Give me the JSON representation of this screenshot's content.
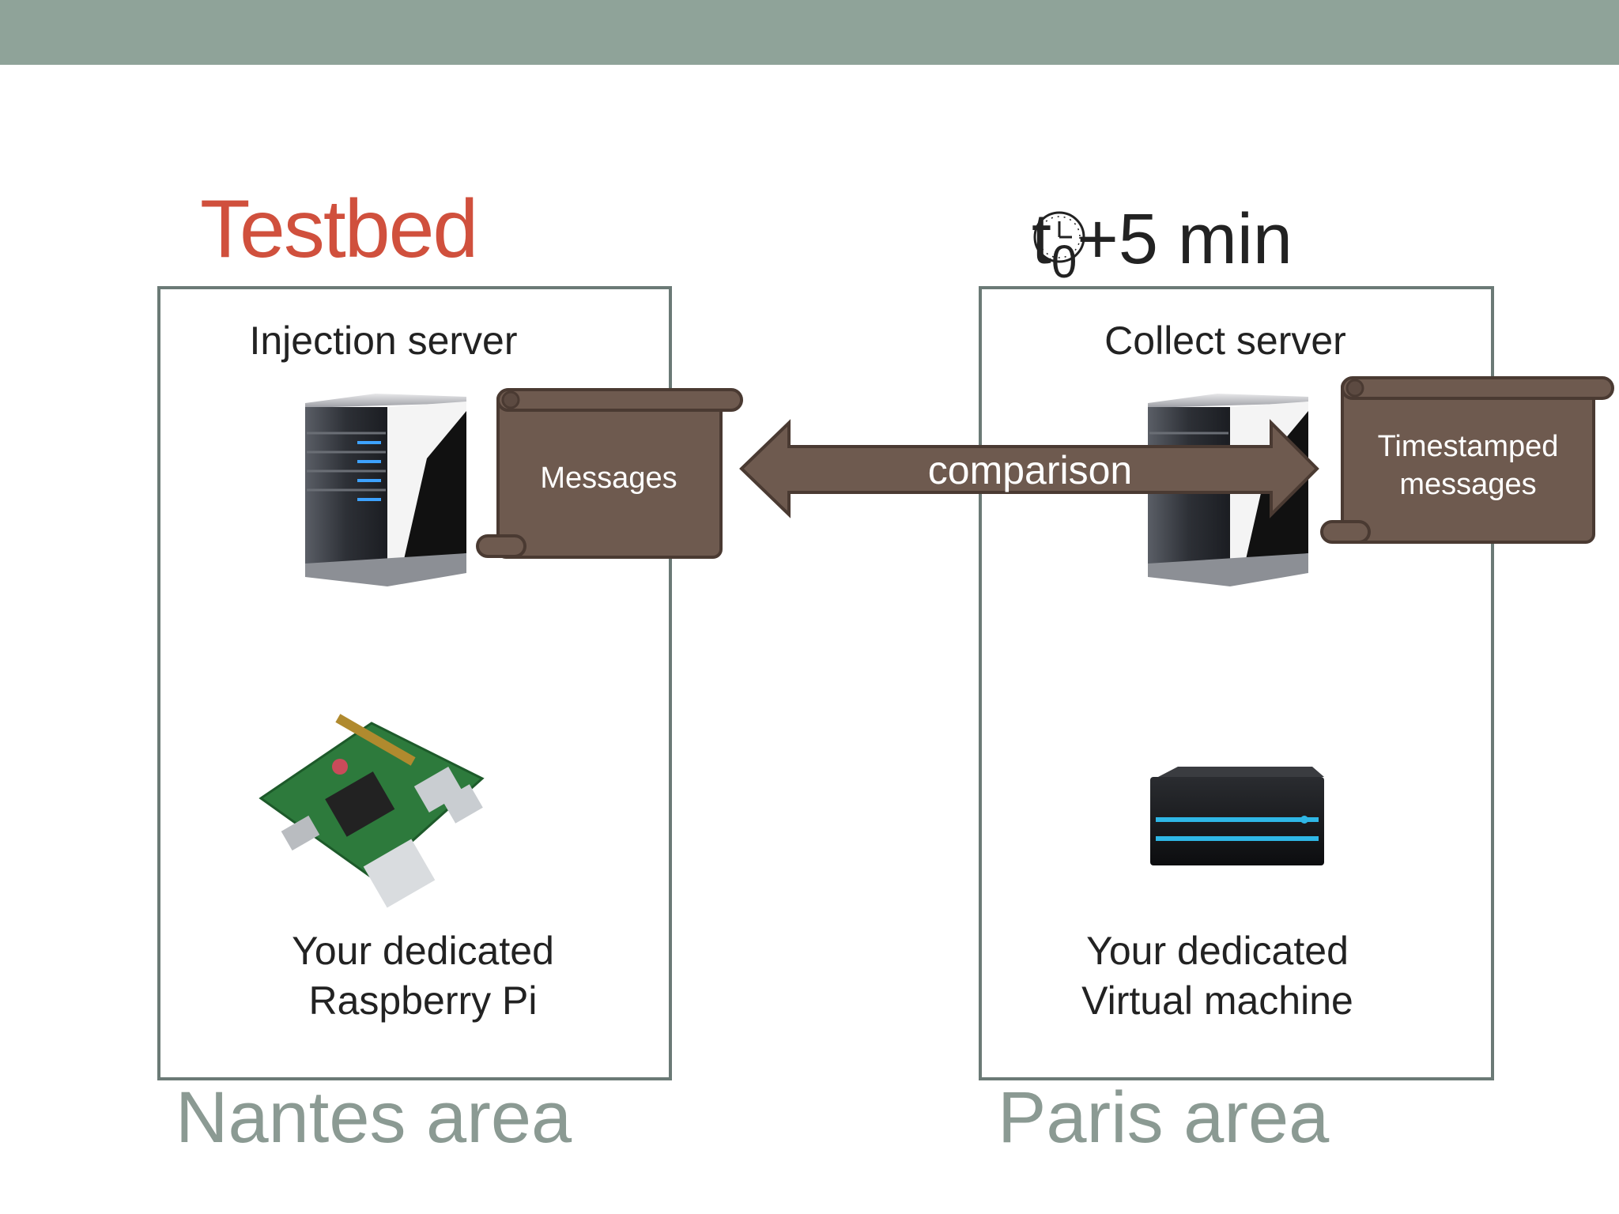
{
  "title": "Testbed",
  "time_label": {
    "t": "t",
    "sub": "0",
    "rest": "+5 min"
  },
  "left_box": {
    "server_label": "Injection server",
    "scroll_label": "Messages",
    "device_label_line1": "Your dedicated",
    "device_label_line2": "Raspberry Pi",
    "area_label": "Nantes area"
  },
  "right_box": {
    "server_label": "Collect server",
    "scroll_label_line1": "Timestamped",
    "scroll_label_line2": "messages",
    "device_label_line1": "Your dedicated",
    "device_label_line2": "Virtual machine",
    "area_label": "Paris area"
  },
  "arrow_label": "comparison",
  "icons": [
    "clock-icon",
    "server-tower-icon",
    "raspberry-pi-board-icon",
    "virtual-machine-icon",
    "scroll-icon",
    "double-arrow-icon"
  ],
  "colors": {
    "title": "#d0503d",
    "topbar": "#8fa399",
    "scroll": "#6e5a4f",
    "area": "#8b9a93",
    "box_border": "#6b7a76"
  }
}
